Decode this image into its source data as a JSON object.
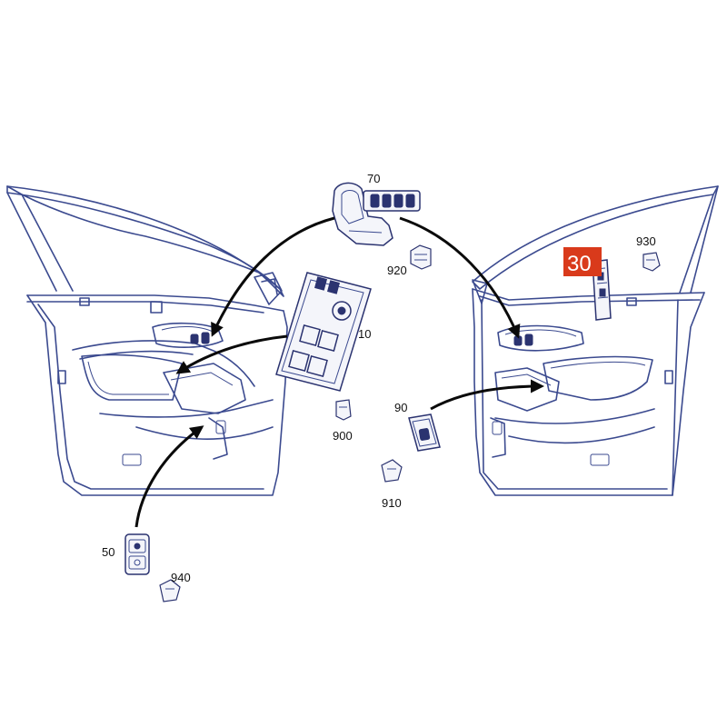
{
  "labels": {
    "p10": "10",
    "p30": "30",
    "p50": "50",
    "p70": "70",
    "p90": "90",
    "p900": "900",
    "p910": "910",
    "p920": "920",
    "p930": "930",
    "p940": "940"
  },
  "colors": {
    "line": "#3b4a8f",
    "highlight": "#d93a1b",
    "arrow": "#0a0a0a"
  }
}
